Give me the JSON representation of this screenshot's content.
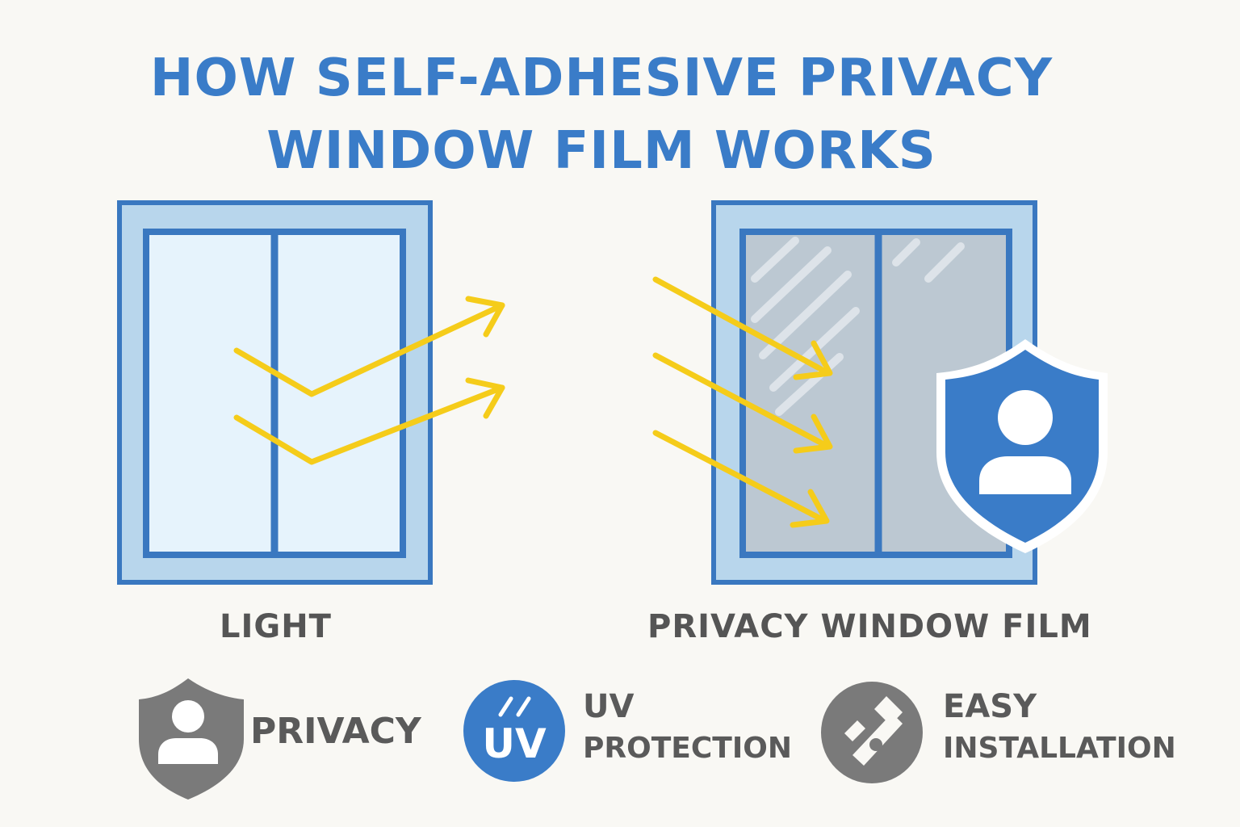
{
  "title": {
    "line1": "HOW SELF-ADHESIVE PRIVACY",
    "line2": "WINDOW FILM WORKS"
  },
  "windows": {
    "left_caption": "LIGHT",
    "right_caption": "PRIVACY WINDOW FILM"
  },
  "features": {
    "privacy": {
      "label": "PRIVACY",
      "icon": "shield-user-icon"
    },
    "uv": {
      "line1": "UV",
      "line2": "PROTECTION",
      "icon_text": "UV",
      "icon": "uv-circle-icon"
    },
    "install": {
      "line1": "EASY",
      "line2": "INSTALLATION",
      "icon": "squeegee-tool-icon"
    }
  },
  "colors": {
    "background": "#f9f8f4",
    "title_blue": "#3a7cc8",
    "frame_blue": "#3a78c0",
    "glass_light": "#e6f3fc",
    "frame_light": "#b8d6ec",
    "film_gray": "#bcc8d2",
    "arrow_yellow": "#f5cc1a",
    "icon_gray": "#7a7a7a",
    "text_gray": "#555555"
  }
}
